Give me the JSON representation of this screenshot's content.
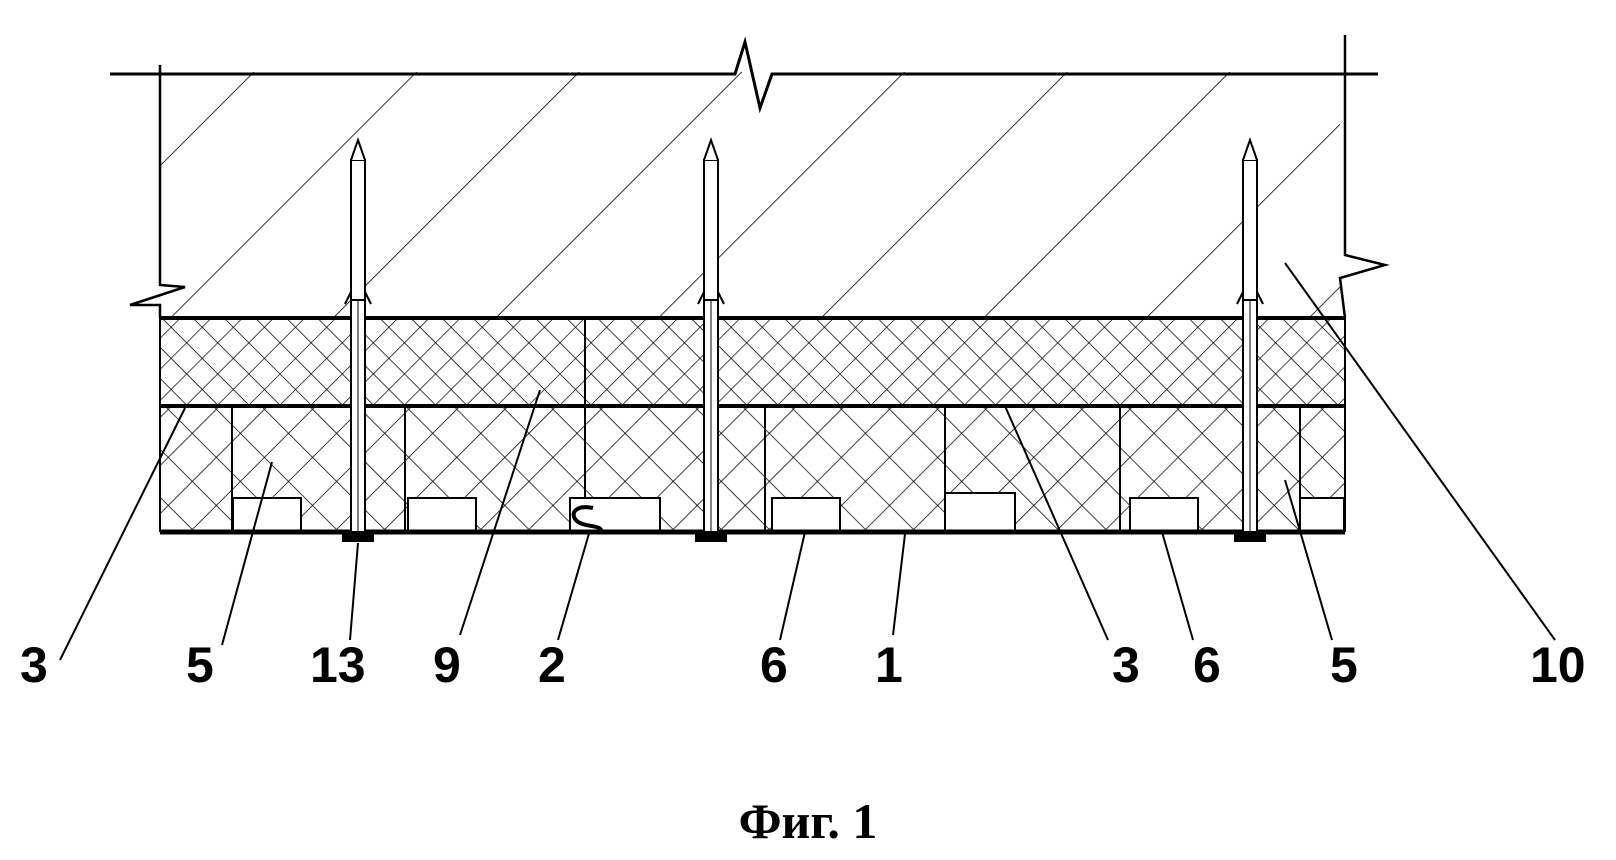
{
  "caption": "Фиг. 1",
  "labels": [
    "3",
    "5",
    "13",
    "9",
    "2",
    "6",
    "1",
    "3",
    "6",
    "5",
    "10"
  ],
  "colors": {
    "ink": "#000000",
    "paper": "#ffffff"
  }
}
